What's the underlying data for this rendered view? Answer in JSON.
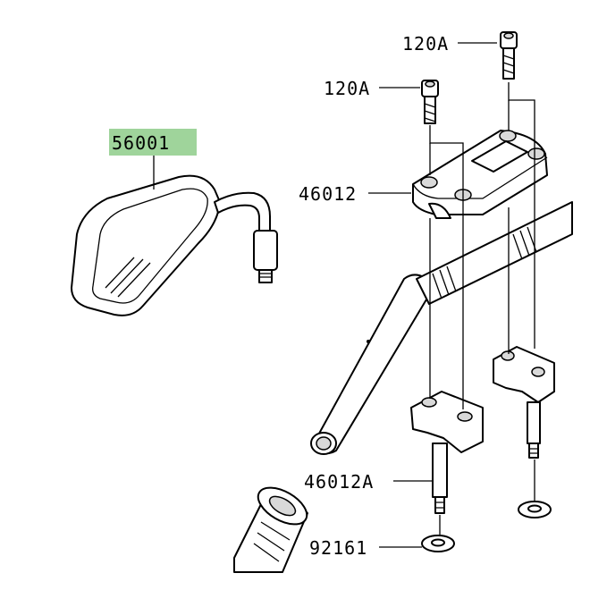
{
  "diagram": {
    "highlight_color": "#9fd49b",
    "labels": [
      {
        "id": "bolt-top",
        "text": "120A"
      },
      {
        "id": "bolt-left",
        "text": "120A"
      },
      {
        "id": "mirror",
        "text": "56001",
        "highlighted": true
      },
      {
        "id": "upper-holder",
        "text": "46012"
      },
      {
        "id": "lower-holder",
        "text": "46012A"
      },
      {
        "id": "washer",
        "text": "92161"
      }
    ]
  }
}
